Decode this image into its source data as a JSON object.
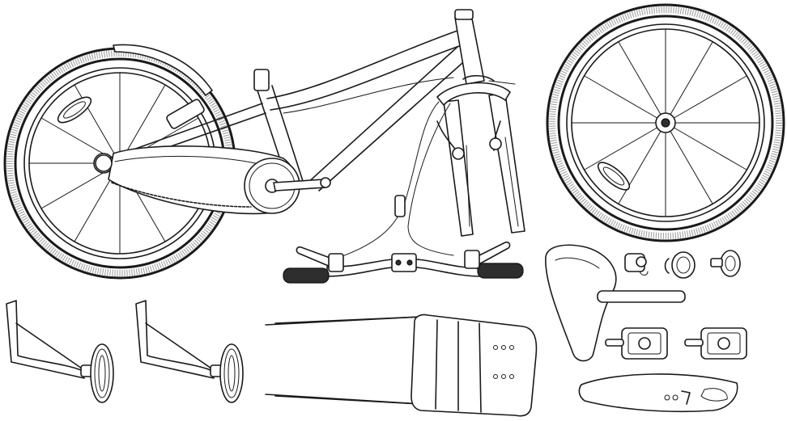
{
  "image": {
    "kind": "exploded line drawing of a child's bicycle and its accessory parts",
    "colors": {
      "line": "#1a1a1a",
      "grip": "#2e2e2e",
      "background": "#ffffff"
    },
    "parts": [
      {
        "name": "bike-frame-assembly"
      },
      {
        "name": "rear-wheel"
      },
      {
        "name": "chain-guard"
      },
      {
        "name": "rear-fender"
      },
      {
        "name": "front-wheel"
      },
      {
        "name": "front-fork"
      },
      {
        "name": "brake-caliper"
      },
      {
        "name": "handlebar"
      },
      {
        "name": "brake-lever"
      },
      {
        "name": "brake-cable"
      },
      {
        "name": "saddle"
      },
      {
        "name": "seatpost"
      },
      {
        "name": "bell"
      },
      {
        "name": "reflector"
      },
      {
        "name": "pedal"
      },
      {
        "name": "training-wheel"
      },
      {
        "name": "rear-rack"
      },
      {
        "name": "front-fender"
      }
    ]
  }
}
